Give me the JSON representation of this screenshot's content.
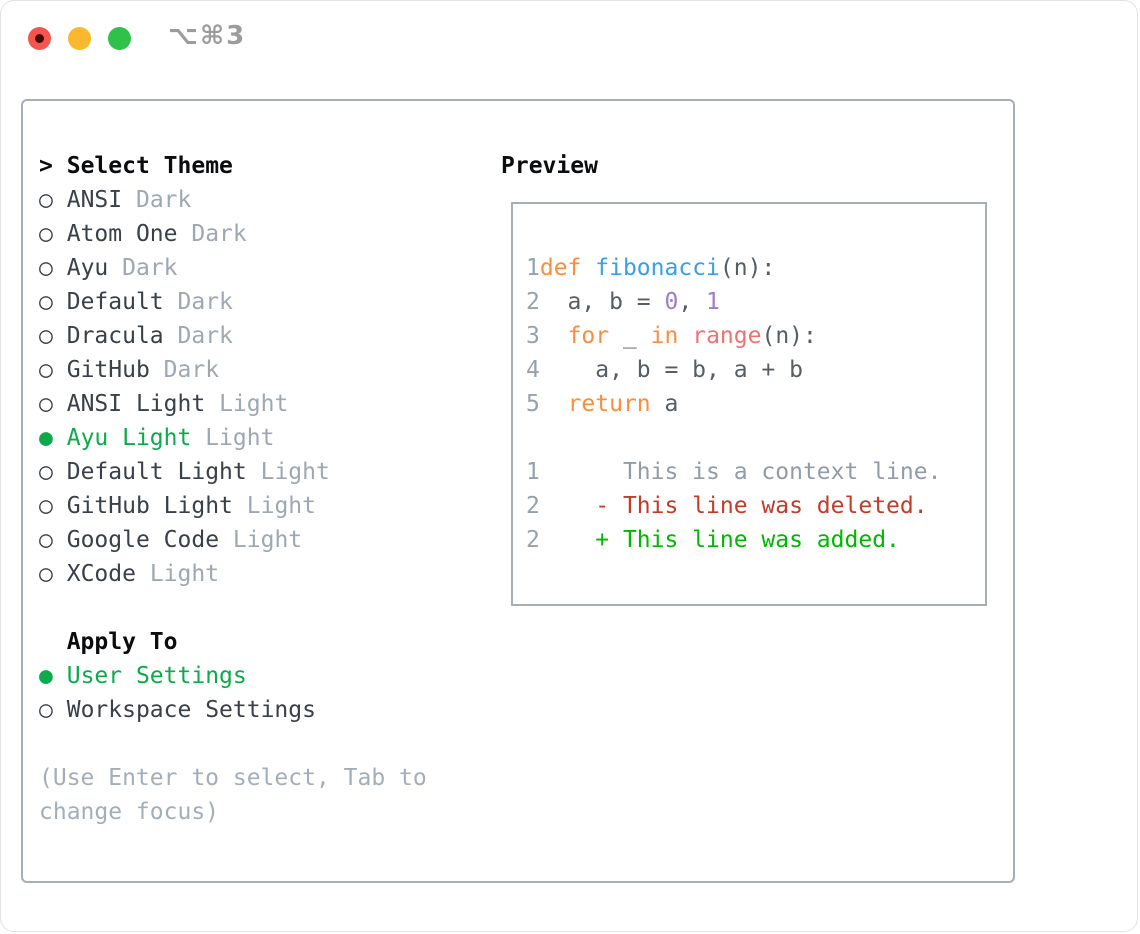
{
  "titlebar": {
    "shortcut_label": "⌥⌘3"
  },
  "palette": {
    "light_red": "#f4564e",
    "light_red_dot": "#430a05",
    "light_yellow": "#f9b82d",
    "light_green": "#30c14b",
    "shortcut": "#9c9c9c",
    "border": "#a7aeb8",
    "header_text": "#0b0c0e",
    "item_text": "#3a4049",
    "variant_text": "#9ea8b4",
    "hint_text": "#a4aeba",
    "selected_green": "#0daa4b",
    "line_number": "#97a1ad",
    "fg": "#565d66",
    "kw": "#fb8d3d",
    "fn": "#38a0e8",
    "num": "#a37acc",
    "call": "#f17070",
    "ctx": "#929ca9",
    "del": "#c43b28",
    "add": "#01b801"
  },
  "theme_picker": {
    "cursor": ">",
    "title": "Select Theme",
    "themes": [
      {
        "name": "ANSI",
        "variant": "Dark",
        "selected": false
      },
      {
        "name": "Atom One",
        "variant": "Dark",
        "selected": false
      },
      {
        "name": "Ayu",
        "variant": "Dark",
        "selected": false
      },
      {
        "name": "Default",
        "variant": "Dark",
        "selected": false
      },
      {
        "name": "Dracula",
        "variant": "Dark",
        "selected": false
      },
      {
        "name": "GitHub",
        "variant": "Dark",
        "selected": false
      },
      {
        "name": "ANSI Light",
        "variant": "Light",
        "selected": false
      },
      {
        "name": "Ayu Light",
        "variant": "Light",
        "selected": true
      },
      {
        "name": "Default Light",
        "variant": "Light",
        "selected": false
      },
      {
        "name": "GitHub Light",
        "variant": "Light",
        "selected": false
      },
      {
        "name": "Google Code",
        "variant": "Light",
        "selected": false
      },
      {
        "name": "XCode",
        "variant": "Light",
        "selected": false
      }
    ],
    "radio_unselected_glyph": "○",
    "radio_selected_glyph": "●",
    "apply_to_title": "Apply To",
    "apply_to_options": [
      {
        "label": "User Settings",
        "selected": true
      },
      {
        "label": "Workspace Settings",
        "selected": false
      }
    ],
    "hint_lines": [
      "(Use Enter to select, Tab to",
      "change focus)"
    ]
  },
  "preview": {
    "title": "Preview",
    "lines": [
      {
        "num": "1",
        "tokens": [
          [
            "def",
            "kw"
          ],
          [
            " ",
            "fg"
          ],
          [
            "fibonacci",
            "fn"
          ],
          [
            "(n):",
            "fg"
          ]
        ]
      },
      {
        "num": "2",
        "tokens": [
          [
            "  a, b = ",
            "fg"
          ],
          [
            "0",
            "num"
          ],
          [
            ", ",
            "fg"
          ],
          [
            "1",
            "num"
          ]
        ]
      },
      {
        "num": "3",
        "tokens": [
          [
            "  ",
            "fg"
          ],
          [
            "for",
            "kw"
          ],
          [
            " _ ",
            "fg"
          ],
          [
            "in",
            "kw"
          ],
          [
            " ",
            "fg"
          ],
          [
            "range",
            "call"
          ],
          [
            "(n):",
            "fg"
          ]
        ]
      },
      {
        "num": "4",
        "tokens": [
          [
            "    a, b = b, a + b",
            "fg"
          ]
        ]
      },
      {
        "num": "5",
        "tokens": [
          [
            "  ",
            "fg"
          ],
          [
            "return",
            "kw"
          ],
          [
            " a",
            "fg"
          ]
        ]
      },
      {
        "num": "",
        "tokens": []
      },
      {
        "num": "1",
        "tokens": [
          [
            "      This is a context line.",
            "ctx"
          ]
        ]
      },
      {
        "num": "2",
        "tokens": [
          [
            "    - This line was deleted.",
            "del"
          ]
        ]
      },
      {
        "num": "2",
        "tokens": [
          [
            "    + This line was added.",
            "add"
          ]
        ]
      }
    ]
  }
}
